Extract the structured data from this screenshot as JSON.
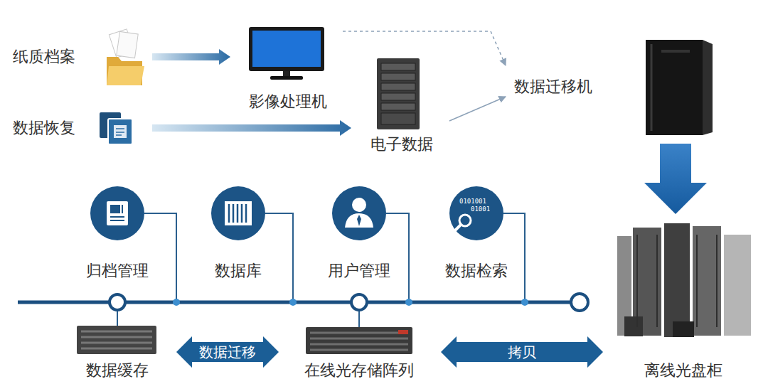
{
  "diagram": {
    "nodes": [
      {
        "text": [
          "纸质档案"
        ]
      },
      {
        "text": [
          "数据恢复"
        ]
      },
      {
        "text": [
          "影像处理机"
        ]
      },
      {
        "text": [
          "电子数据"
        ]
      },
      {
        "text": [
          "数据迁移机"
        ]
      },
      {
        "text": [
          "归档管理"
        ]
      },
      {
        "text": [
          "数据库"
        ]
      },
      {
        "text": [
          "用户管理"
        ]
      },
      {
        "text": [
          "数据检索"
        ]
      },
      {
        "text": [
          "数据缓存"
        ]
      },
      {
        "text": [
          "在线光存储阵列"
        ]
      },
      {
        "text": [
          "离线光盘柜"
        ]
      }
    ],
    "edges": [
      {
        "from": 0,
        "to": 2,
        "arrow": "to"
      },
      {
        "from": 1,
        "to": 3,
        "arrow": "to"
      },
      {
        "from": 2,
        "to": 4,
        "arrow": "to"
      },
      {
        "from": 3,
        "to": 4,
        "arrow": "to"
      },
      {
        "from": 4,
        "to": 11,
        "arrow": "to"
      },
      {
        "from": 9,
        "to": 10,
        "label": "数据迁移",
        "arrow": "both"
      },
      {
        "from": 10,
        "to": 11,
        "label": "拷贝",
        "arrow": "both"
      }
    ],
    "labels": [
      "0101001",
      "01001"
    ]
  }
}
